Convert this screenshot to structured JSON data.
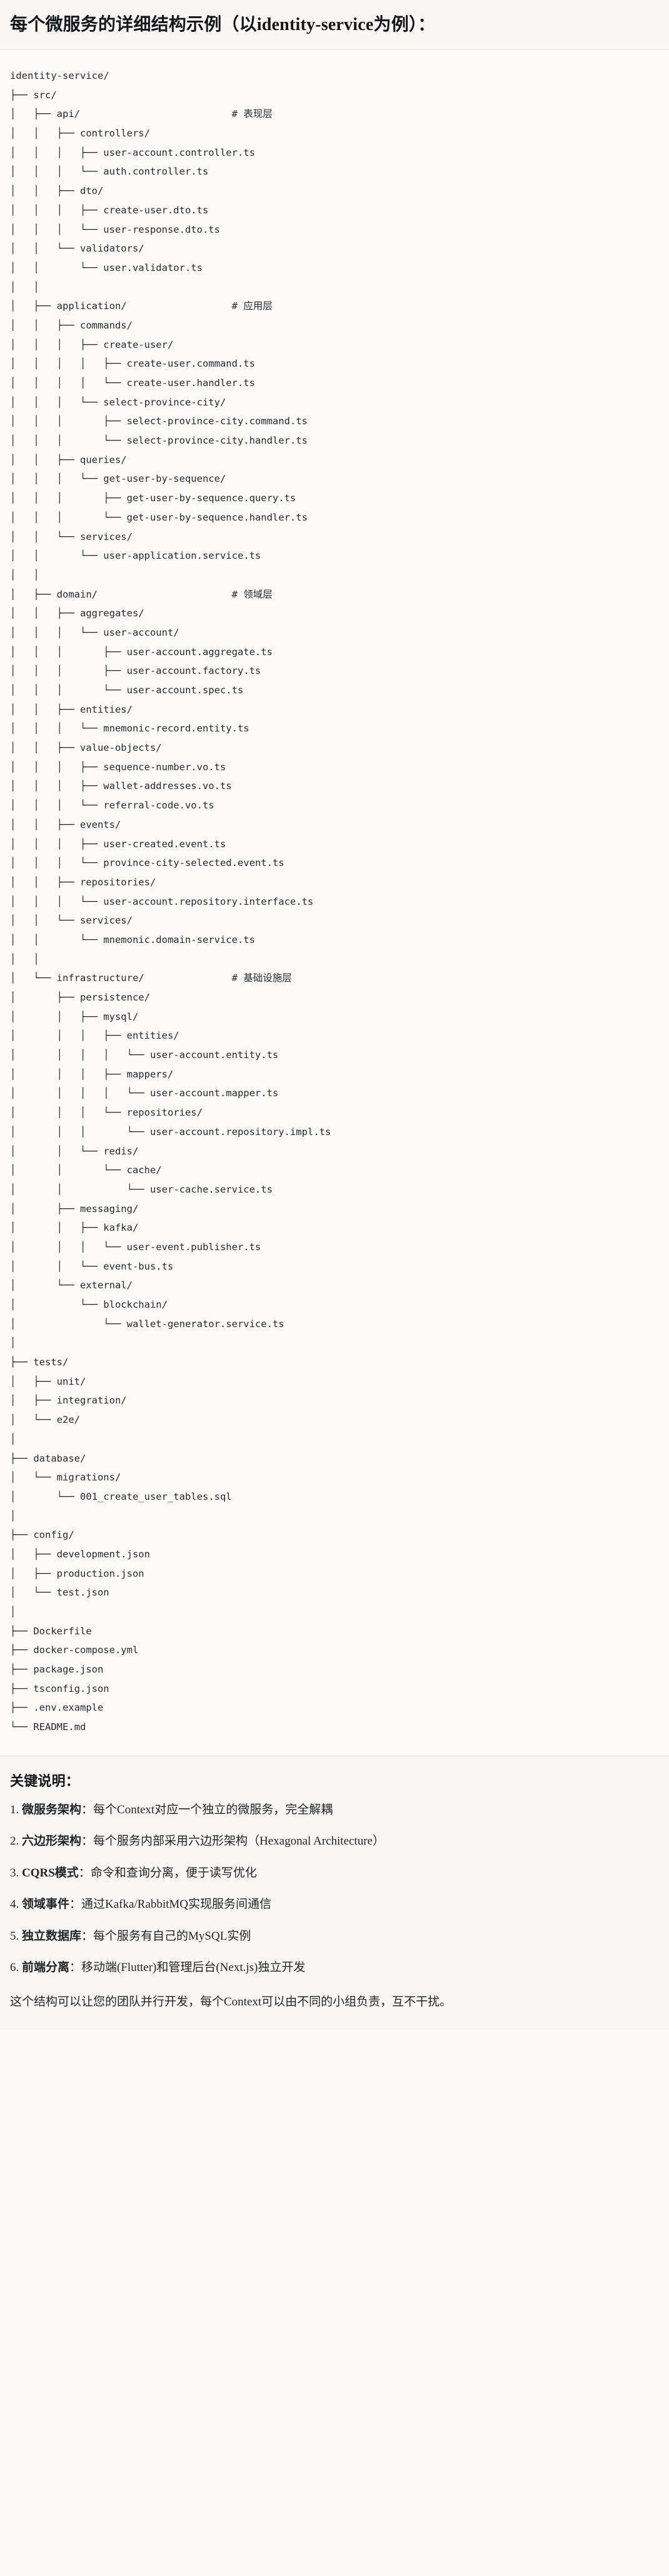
{
  "header": {
    "title": "每个微服务的详细结构示例（以identity-service为例）："
  },
  "tree": {
    "root": "identity-service/",
    "text": "identity-service/\n├── src/\n│   ├── api/                          # 表现层\n│   │   ├── controllers/\n│   │   │   ├── user-account.controller.ts\n│   │   │   └── auth.controller.ts\n│   │   ├── dto/\n│   │   │   ├── create-user.dto.ts\n│   │   │   └── user-response.dto.ts\n│   │   └── validators/\n│   │       └── user.validator.ts\n│   │\n│   ├── application/                  # 应用层\n│   │   ├── commands/\n│   │   │   ├── create-user/\n│   │   │   │   ├── create-user.command.ts\n│   │   │   │   └── create-user.handler.ts\n│   │   │   └── select-province-city/\n│   │   │       ├── select-province-city.command.ts\n│   │   │       └── select-province-city.handler.ts\n│   │   ├── queries/\n│   │   │   └── get-user-by-sequence/\n│   │   │       ├── get-user-by-sequence.query.ts\n│   │   │       └── get-user-by-sequence.handler.ts\n│   │   └── services/\n│   │       └── user-application.service.ts\n│   │\n│   ├── domain/                       # 领域层\n│   │   ├── aggregates/\n│   │   │   └── user-account/\n│   │   │       ├── user-account.aggregate.ts\n│   │   │       ├── user-account.factory.ts\n│   │   │       └── user-account.spec.ts\n│   │   ├── entities/\n│   │   │   └── mnemonic-record.entity.ts\n│   │   ├── value-objects/\n│   │   │   ├── sequence-number.vo.ts\n│   │   │   ├── wallet-addresses.vo.ts\n│   │   │   └── referral-code.vo.ts\n│   │   ├── events/\n│   │   │   ├── user-created.event.ts\n│   │   │   └── province-city-selected.event.ts\n│   │   ├── repositories/\n│   │   │   └── user-account.repository.interface.ts\n│   │   └── services/\n│   │       └── mnemonic.domain-service.ts\n│   │\n│   └── infrastructure/               # 基础设施层\n│       ├── persistence/\n│       │   ├── mysql/\n│       │   │   ├── entities/\n│       │   │   │   └── user-account.entity.ts\n│       │   │   ├── mappers/\n│       │   │   │   └── user-account.mapper.ts\n│       │   │   └── repositories/\n│       │   │       └── user-account.repository.impl.ts\n│       │   └── redis/\n│       │       └── cache/\n│       │           └── user-cache.service.ts\n│       ├── messaging/\n│       │   ├── kafka/\n│       │   │   └── user-event.publisher.ts\n│       │   └── event-bus.ts\n│       └── external/\n│           └── blockchain/\n│               └── wallet-generator.service.ts\n│\n├── tests/\n│   ├── unit/\n│   ├── integration/\n│   └── e2e/\n│\n├── database/\n│   └── migrations/\n│       └── 001_create_user_tables.sql\n│\n├── config/\n│   ├── development.json\n│   ├── production.json\n│   └── test.json\n│\n├── Dockerfile\n├── docker-compose.yml\n├── package.json\n├── tsconfig.json\n├── .env.example\n└── README.md",
    "layer_comments": [
      "# 表现层",
      "# 应用层",
      "# 领域层",
      "# 基础设施层"
    ]
  },
  "notes": {
    "title": "关键说明：",
    "items": [
      {
        "num": "1.",
        "term": "微服务架构",
        "sep": "：",
        "desc": "每个Context对应一个独立的微服务，完全解耦"
      },
      {
        "num": "2.",
        "term": "六边形架构",
        "sep": "：",
        "desc": "每个服务内部采用六边形架构（Hexagonal Architecture）"
      },
      {
        "num": "3.",
        "term": "CQRS模式",
        "sep": "：",
        "desc": "命令和查询分离，便于读写优化"
      },
      {
        "num": "4.",
        "term": "领域事件",
        "sep": "：",
        "desc": "通过Kafka/RabbitMQ实现服务间通信"
      },
      {
        "num": "5.",
        "term": "独立数据库",
        "sep": "：",
        "desc": "每个服务有自己的MySQL实例"
      },
      {
        "num": "6.",
        "term": "前端分离",
        "sep": "：",
        "desc": "移动端(Flutter)和管理后台(Next.js)独立开发"
      }
    ],
    "closing": "这个结构可以让您的团队并行开发，每个Context可以由不同的小组负责，互不干扰。"
  }
}
